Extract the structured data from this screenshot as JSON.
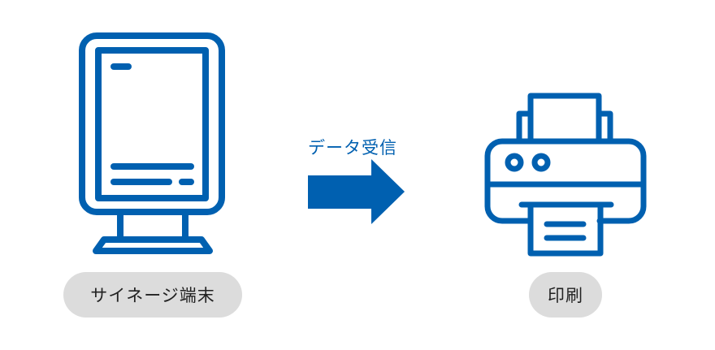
{
  "colors": {
    "accent": "#0060b0",
    "pill": "#dcdcdc"
  },
  "arrow_label": "データ受信",
  "source": {
    "label": "サイネージ端末",
    "icon": "digital-signage-icon"
  },
  "target": {
    "label": "印刷",
    "icon": "printer-icon"
  }
}
